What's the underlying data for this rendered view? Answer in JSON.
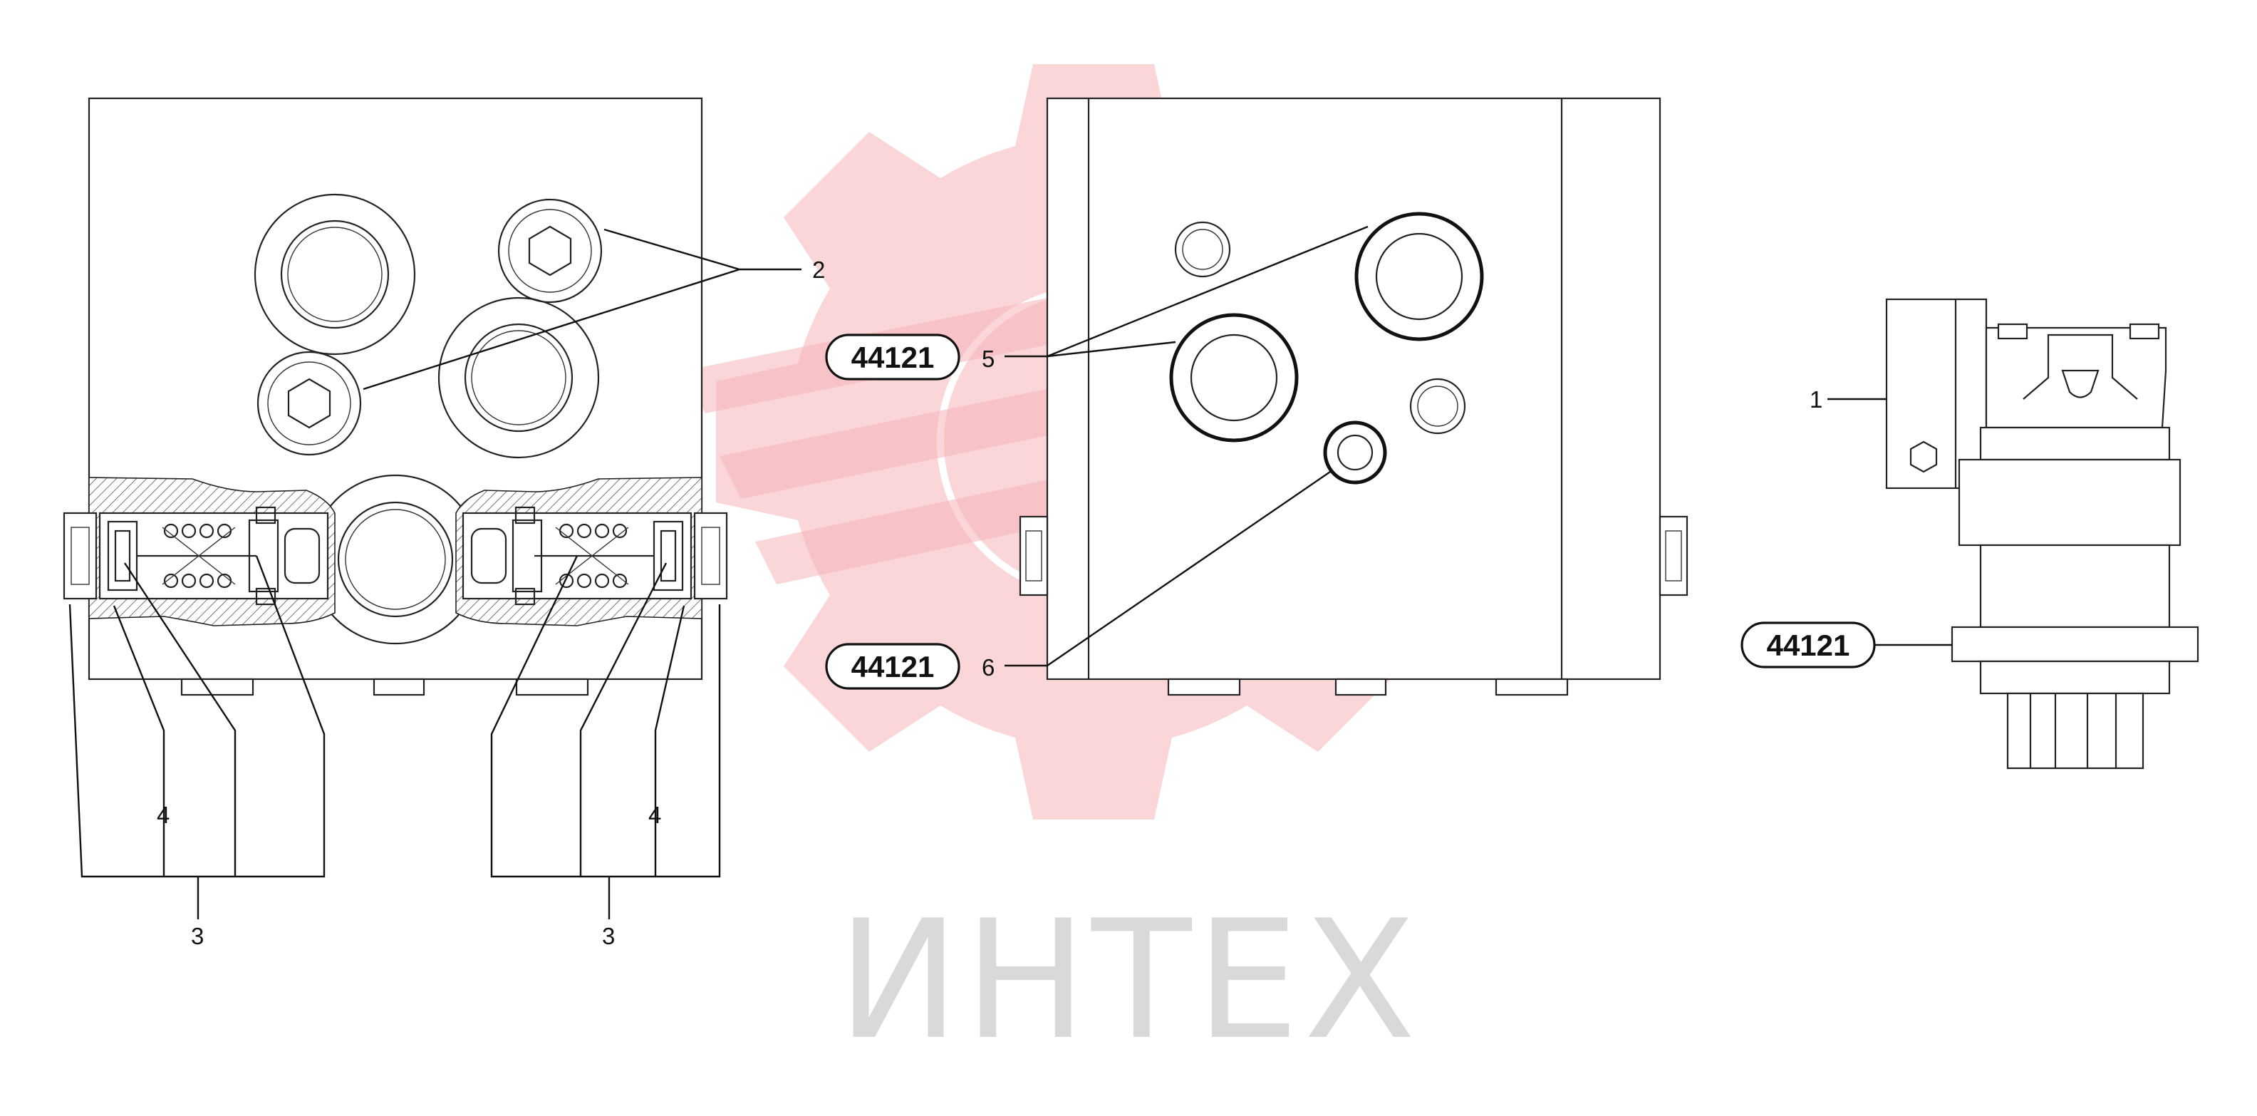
{
  "watermark": {
    "text": "ИНТЕХ",
    "gear_color": "#f3aeb2",
    "text_color": "#d9d9d9"
  },
  "badges": {
    "part_number_a": "44121",
    "part_number_b": "44121",
    "part_number_c": "44121"
  },
  "callouts": {
    "item_1": "1",
    "item_2": "2",
    "item_3_left": "3",
    "item_3_right": "3",
    "item_4_left": "4",
    "item_4_right": "4",
    "item_5": "5",
    "item_6": "6"
  },
  "colors": {
    "line": "#222222",
    "badge_border": "#111111",
    "background": "#ffffff"
  }
}
